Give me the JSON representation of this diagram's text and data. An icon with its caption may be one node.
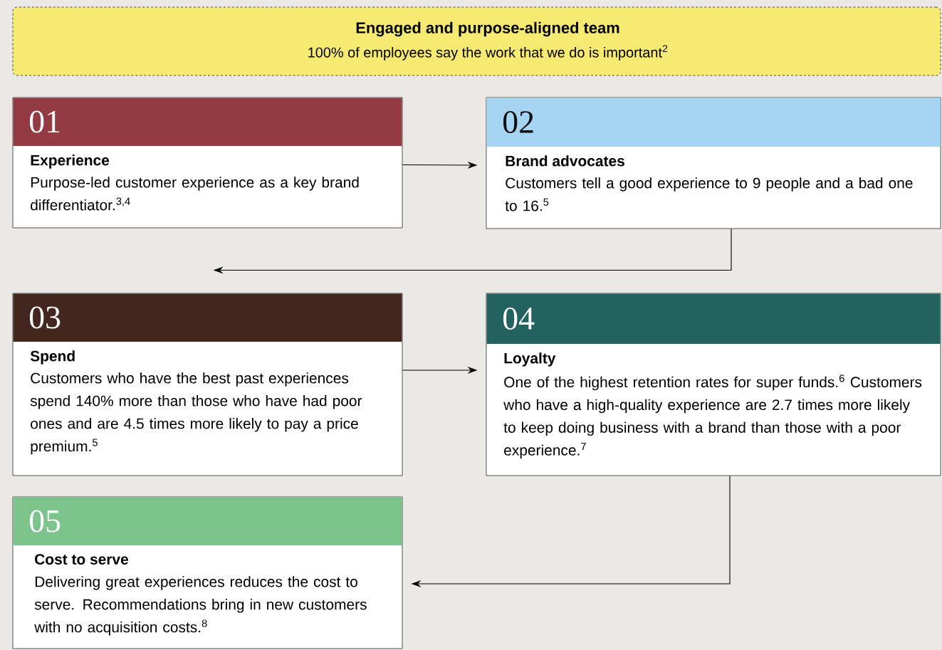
{
  "diagram": {
    "nodes": [
      {
        "text": [
          "Engaged and purpose-aligned team",
          "100% of employees say the work that we do is important$^{2}$"
        ]
      },
      {
        "text": [
          "01",
          "Experience",
          "Purpose-led customer experience as a key brand differentiator.$^{3,4}$"
        ]
      },
      {
        "text": [
          "02",
          "Brand advocates",
          "Customers tell a good experience to 9 people and a bad one to 16.$^{5}$"
        ]
      },
      {
        "text": [
          "03",
          "Spend",
          "Customers who have the best past experiences spend 140% more than those who have had poor ones and are 4.5 times more likely to pay a price premium.$^{5}$"
        ]
      },
      {
        "text": [
          "04",
          "Loyalty",
          "One of the highest retention rates for super funds.$^{6}$ Customers who have a high-quality experience are 2.7 times more likely to keep doing business with a brand than those with a poor experience.$^{7}$"
        ]
      },
      {
        "text": [
          "05",
          "Cost to serve",
          "Delivering great experiences reduces the cost to serve. Recommendations bring in new customers with no acquisition costs.$^{8}$"
        ]
      }
    ],
    "edges": [
      {
        "from": 1,
        "to": 2,
        "arrow": "to"
      },
      {
        "from": 2,
        "to": 3,
        "arrow": "to"
      },
      {
        "from": 3,
        "to": 4,
        "arrow": "to"
      },
      {
        "from": 4,
        "to": 5,
        "arrow": "to"
      }
    ]
  }
}
